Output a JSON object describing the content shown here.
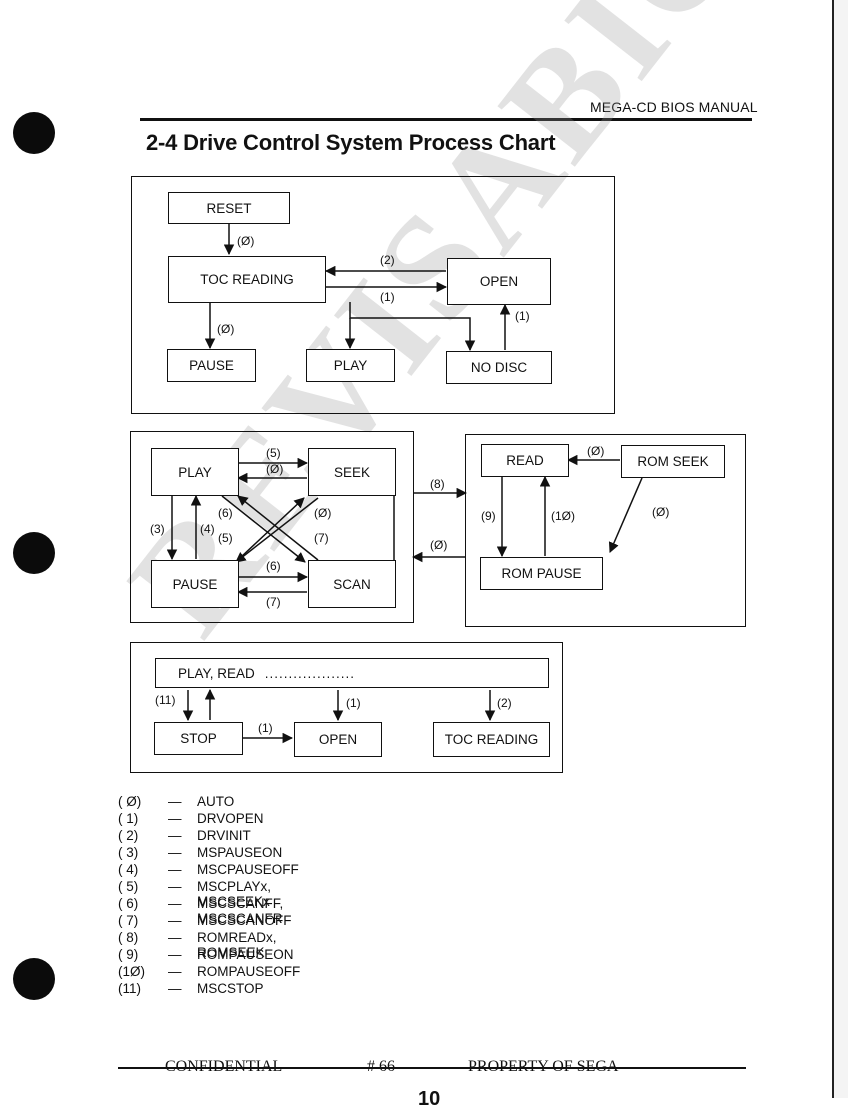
{
  "header": {
    "manual_title": "MEGA-CD BIOS MANUAL"
  },
  "page_title": "2-4  Drive Control System Process Chart",
  "watermark": "REVISABIO",
  "diagram_top": {
    "nodes": {
      "reset": "RESET",
      "toc_reading": "TOC READING",
      "open": "OPEN",
      "pause": "PAUSE",
      "play": "PLAY",
      "no_disc": "NO DISC"
    },
    "labels": {
      "reset_to_toc": "(Ø)",
      "open_to_toc": "(2)",
      "toc_to_open": "(1)",
      "toc_to_pause": "(Ø)",
      "nodisc_to_open": "(1)"
    }
  },
  "diagram_mid_left": {
    "nodes": {
      "play": "PLAY",
      "seek": "SEEK",
      "pause": "PAUSE",
      "scan": "SCAN"
    },
    "labels": {
      "play_to_seek": "(5)",
      "seek_to_play": "(Ø)",
      "l6_upper": "(6)",
      "l0_upper": "(Ø)",
      "l3": "(3)",
      "l4": "(4)",
      "l5": "(5)",
      "l7_upper": "(7)",
      "pause_to_scan": "(6)",
      "scan_to_pause": "(7)",
      "to_right": "(8)",
      "from_right": "(Ø)"
    }
  },
  "diagram_mid_right": {
    "nodes": {
      "read": "READ",
      "rom_seek": "ROM SEEK",
      "rom_pause": "ROM PAUSE"
    },
    "labels": {
      "romseek_to_read": "(Ø)",
      "l9": "(9)",
      "l10": "(1Ø)",
      "romseek_to_rompause": "(Ø)"
    }
  },
  "diagram_bottom": {
    "nodes": {
      "play_read": "PLAY, READ",
      "dots": "...................",
      "stop": "STOP",
      "open": "OPEN",
      "toc_reading": "TOC READING"
    },
    "labels": {
      "l11": "(11)",
      "l1_down": "(1)",
      "l2_down": "(2)",
      "stop_to_open": "(1)"
    }
  },
  "legend": [
    {
      "code": "( Ø)",
      "dash": "—",
      "command": "AUTO"
    },
    {
      "code": "( 1)",
      "dash": "—",
      "command": "DRVOPEN"
    },
    {
      "code": "( 2)",
      "dash": "—",
      "command": "DRVINIT"
    },
    {
      "code": "( 3)",
      "dash": "—",
      "command": "MSPAUSEON"
    },
    {
      "code": "( 4)",
      "dash": "—",
      "command": "MSCPAUSEOFF"
    },
    {
      "code": "( 5)",
      "dash": "—",
      "command": "MSCPLAYx, MSCSEEKx"
    },
    {
      "code": "( 6)",
      "dash": "—",
      "command": "MSCSCANFF, MSCSCANFR"
    },
    {
      "code": "( 7)",
      "dash": "—",
      "command": "MSCSCANOFF"
    },
    {
      "code": "( 8)",
      "dash": "—",
      "command": "ROMREADx, ROMSEEK"
    },
    {
      "code": "( 9)",
      "dash": "—",
      "command": "ROMPAUSEON"
    },
    {
      "code": "(1Ø)",
      "dash": "—",
      "command": "ROMPAUSEOFF"
    },
    {
      "code": "(11)",
      "dash": "—",
      "command": "MSCSTOP"
    }
  ],
  "footer": {
    "left": "CONFIDENTIAL",
    "center": "# 66",
    "right": "PROPERTY OF SEGA",
    "page_number": "10"
  }
}
